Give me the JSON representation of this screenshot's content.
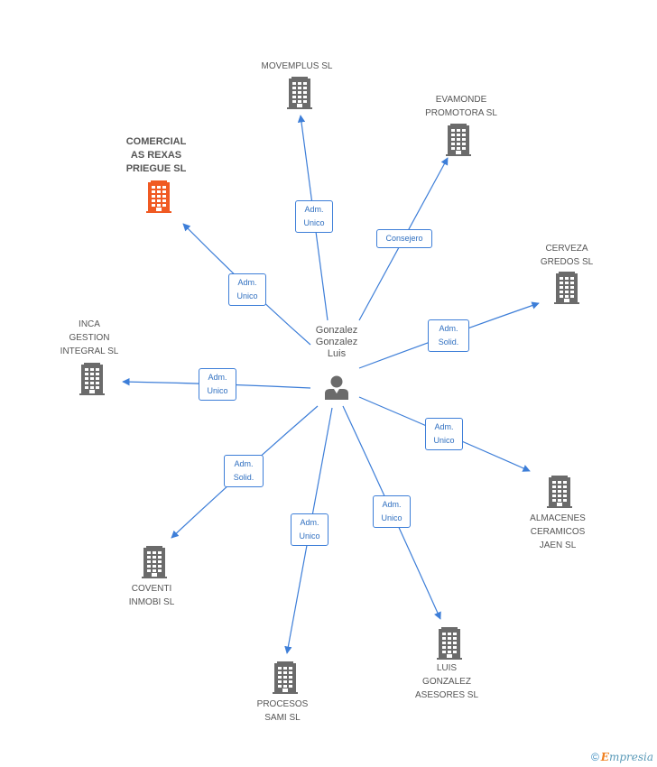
{
  "colors": {
    "edge": "#3d7ed8",
    "building": "#6b6b6b",
    "highlight": "#f05a23",
    "person": "#6b6b6b"
  },
  "center": {
    "lines": [
      "Gonzalez",
      "Gonzalez",
      "Luis"
    ],
    "icon": "person-icon"
  },
  "companies": [
    {
      "id": "movemplus",
      "lines": [
        "MOVEMPLUS SL"
      ],
      "role": [
        "Adm.",
        "Unico"
      ],
      "highlight": false
    },
    {
      "id": "evamonde",
      "lines": [
        "EVAMONDE",
        "PROMOTORA SL"
      ],
      "role": [
        "Consejero"
      ],
      "highlight": false
    },
    {
      "id": "comercial",
      "lines": [
        "COMERCIAL",
        "AS REXAS",
        "PRIEGUE SL"
      ],
      "role": [
        "Adm.",
        "Unico"
      ],
      "highlight": true
    },
    {
      "id": "cerveza",
      "lines": [
        "CERVEZA",
        "GREDOS SL"
      ],
      "role": [
        "Adm.",
        "Solid."
      ],
      "highlight": false
    },
    {
      "id": "inca",
      "lines": [
        "INCA",
        "GESTION",
        "INTEGRAL SL"
      ],
      "role": [
        "Adm.",
        "Unico"
      ],
      "highlight": false
    },
    {
      "id": "almacenes",
      "lines": [
        "ALMACENES",
        "CERAMICOS",
        "JAEN SL"
      ],
      "role": [
        "Adm.",
        "Unico"
      ],
      "highlight": false
    },
    {
      "id": "coventi",
      "lines": [
        "COVENTI",
        "INMOBI SL"
      ],
      "role": [
        "Adm.",
        "Solid."
      ],
      "highlight": false
    },
    {
      "id": "procesos",
      "lines": [
        "PROCESOS",
        "SAMI SL"
      ],
      "role": [
        "Adm.",
        "Unico"
      ],
      "highlight": false
    },
    {
      "id": "luisgonzalez",
      "lines": [
        "LUIS",
        "GONZALEZ",
        "ASESORES SL"
      ],
      "role": [
        "Adm.",
        "Unico"
      ],
      "highlight": false
    }
  ],
  "footer": {
    "copyright": "©",
    "brand_initial": "E",
    "brand_rest": "mpresia"
  }
}
